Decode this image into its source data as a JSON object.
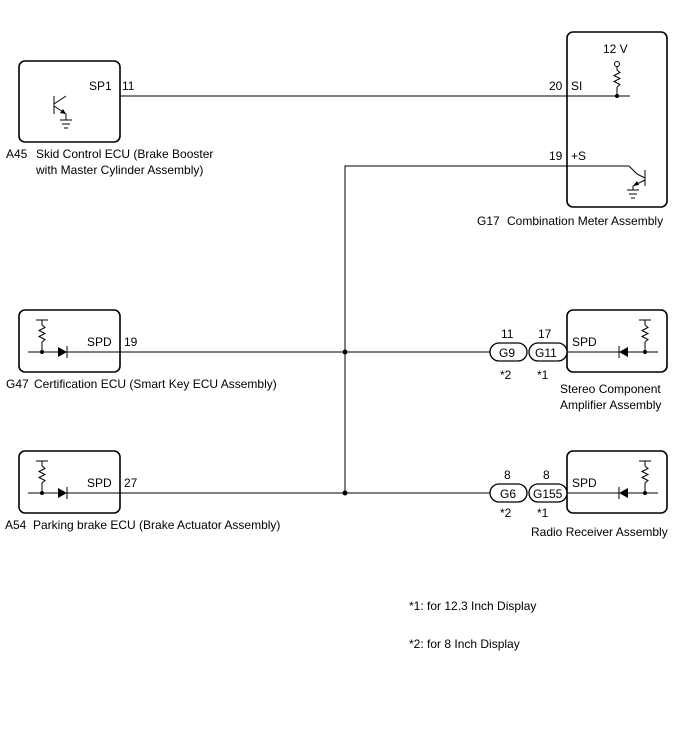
{
  "components": {
    "skid_control": {
      "code": "A45",
      "name_line1": "Skid Control ECU (Brake Booster",
      "name_line2": "with Master Cylinder Assembly)",
      "pin_name": "SP1",
      "pin_no": "11"
    },
    "combination_meter": {
      "code": "G17",
      "name": "Combination Meter Assembly",
      "supply": "12 V",
      "pin1_no": "20",
      "pin1_name": "SI",
      "pin2_no": "19",
      "pin2_name": "+S"
    },
    "certification_ecu": {
      "code": "G47",
      "name": "Certification ECU (Smart Key ECU Assembly)",
      "pin_name": "SPD",
      "pin_no": "19"
    },
    "stereo_amp": {
      "name_line1": "Stereo Component",
      "name_line2": "Amplifier Assembly",
      "pin_name": "SPD"
    },
    "parking_brake": {
      "code": "A54",
      "name": "Parking brake ECU (Brake Actuator Assembly)",
      "pin_name": "SPD",
      "pin_no": "27"
    },
    "radio_receiver": {
      "name": "Radio Receiver Assembly",
      "pin_name": "SPD"
    }
  },
  "connectors": {
    "g9": {
      "label": "G9",
      "pin": "11",
      "note": "*2"
    },
    "g11": {
      "label": "G11",
      "pin": "17",
      "note": "*1"
    },
    "g6": {
      "label": "G6",
      "pin": "8",
      "note": "*2"
    },
    "g155": {
      "label": "G155",
      "pin": "8",
      "note": "*1"
    }
  },
  "notes": {
    "note1": "*1: for 12.3 Inch Display",
    "note2": "*2: for 8 Inch Display"
  }
}
